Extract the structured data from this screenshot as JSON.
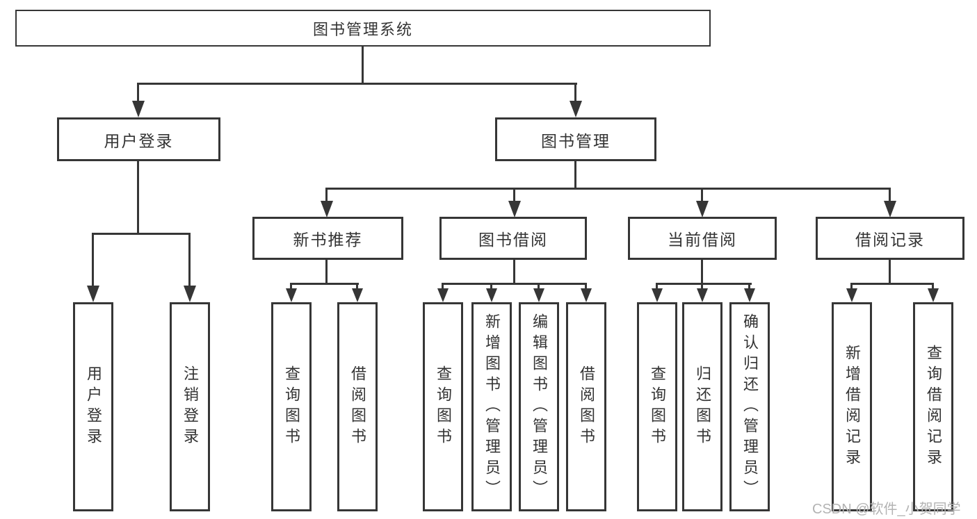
{
  "tree": {
    "root": {
      "label": "图书管理系统"
    },
    "branches": [
      {
        "label": "用户登录",
        "children": [
          {
            "label": "用户登录"
          },
          {
            "label": "注销登录"
          }
        ]
      },
      {
        "label": "图书管理",
        "children": [
          {
            "label": "新书推荐",
            "children": [
              {
                "label": "查询图书"
              },
              {
                "label": "借阅图书"
              }
            ]
          },
          {
            "label": "图书借阅",
            "children": [
              {
                "label": "查询图书"
              },
              {
                "label": "新增图书（管理员）"
              },
              {
                "label": "编辑图书（管理员）"
              },
              {
                "label": "借阅图书"
              }
            ]
          },
          {
            "label": "当前借阅",
            "children": [
              {
                "label": "查询图书"
              },
              {
                "label": "归还图书"
              },
              {
                "label": "确认归还（管理员）"
              }
            ]
          },
          {
            "label": "借阅记录",
            "children": [
              {
                "label": "新增借阅记录"
              },
              {
                "label": "查询借阅记录"
              }
            ]
          }
        ]
      }
    ]
  },
  "watermark": "CSDN @软件_小贺同学",
  "colors": {
    "line": "#363636",
    "text": "#333333",
    "watermark": "#b3b3b3",
    "background": "#ffffff"
  }
}
